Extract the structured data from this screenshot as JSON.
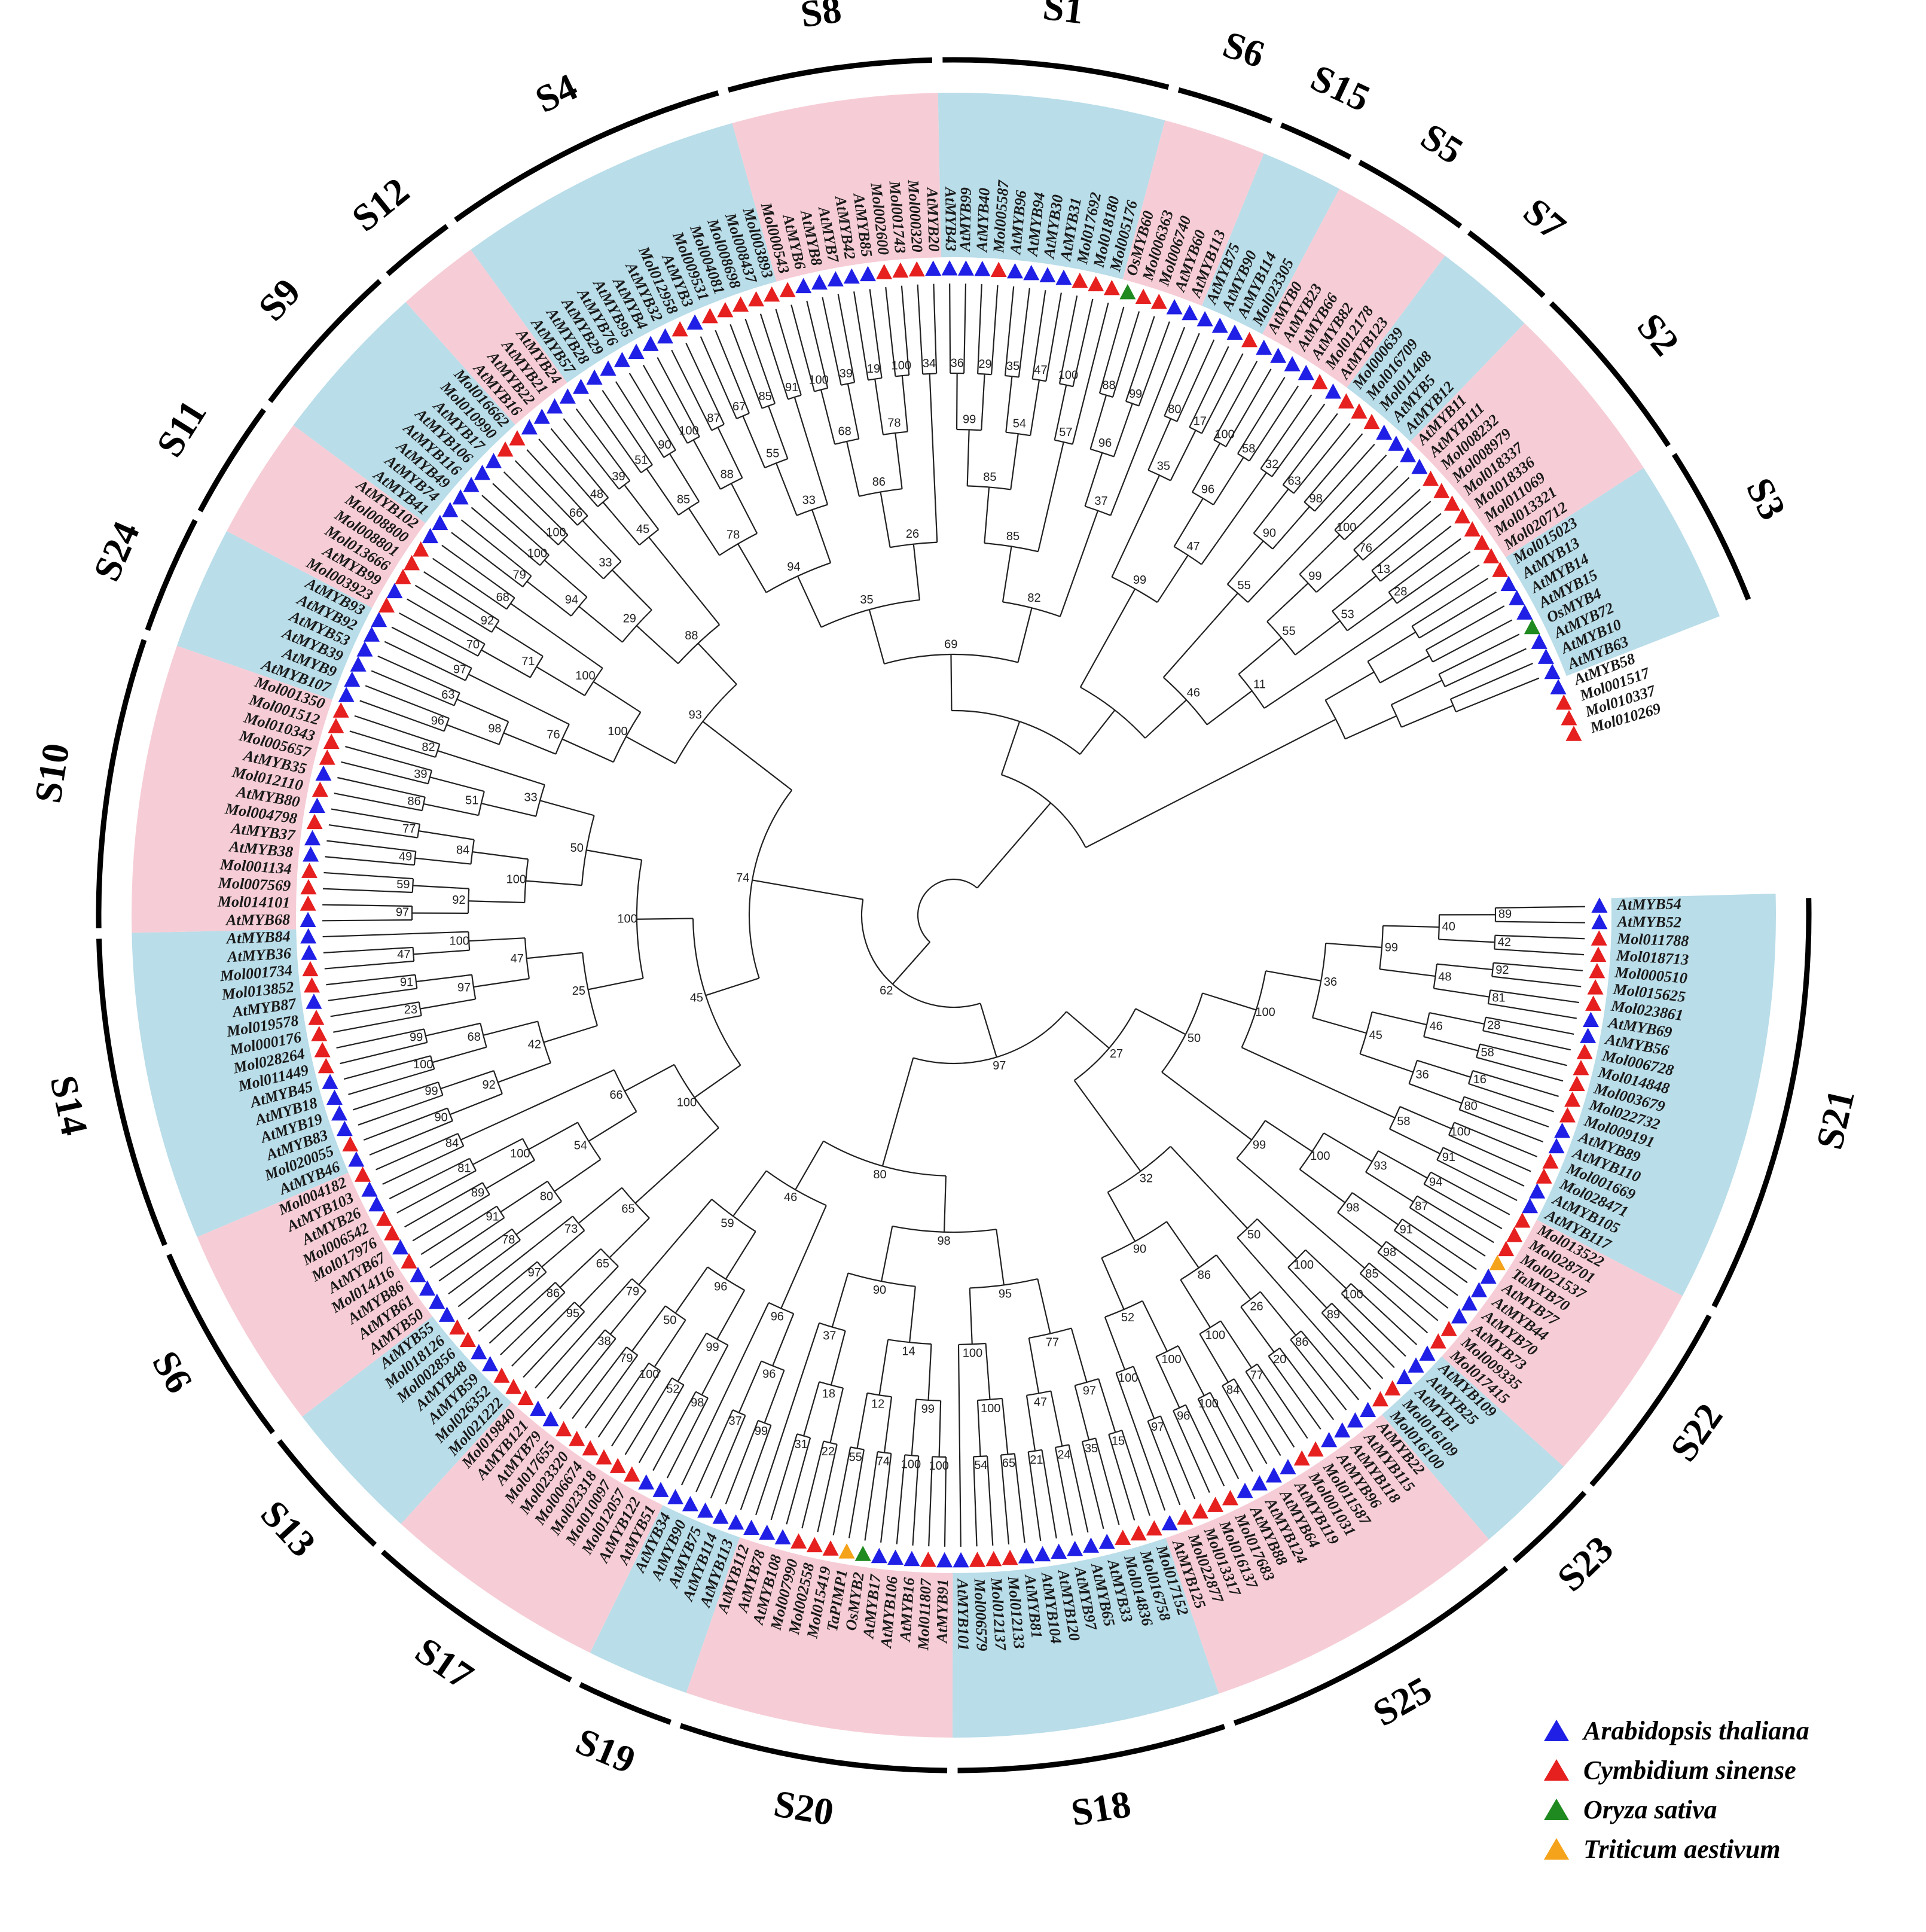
{
  "colors": {
    "Arabidopsis thaliana": "#1f1fe6",
    "Cymbidium sinense": "#e61f1f",
    "Oryza sativa": "#1f8a1f",
    "Triticum aestivum": "#f5a31a",
    "band_blue": "#b9dde9",
    "band_pink": "#f6cdd6"
  },
  "legend": [
    {
      "species": "Arabidopsis thaliana"
    },
    {
      "species": "Cymbidium sinense"
    },
    {
      "species": "Oryza sativa"
    },
    {
      "species": "Triticum aestivum"
    }
  ],
  "leaves": [
    "AtMYB54",
    "AtMYB52",
    "Mol011788",
    "Mol018713",
    "Mol000510",
    "Mol015625",
    "Mol023861",
    "AtMYB69",
    "AtMYB56",
    "Mol006728",
    "Mol014848",
    "Mol003679",
    "Mol022732",
    "Mol009191",
    "AtMYB89",
    "AtMYB110",
    "Mol001669",
    "Mol028471",
    "AtMYB105",
    "AtMYB117",
    "Mol013522",
    "Mol028701",
    "Mol021537",
    "TaMYB70",
    "AtMYB77",
    "AtMYB44",
    "AtMYB70",
    "AtMYB73",
    "Mol009335",
    "Mol017415",
    "AtMYB109",
    "AtMYB25",
    "AtMYB1",
    "Mol016109",
    "Mol016100",
    "AtMYB22",
    "AtMYB115",
    "AtMYB118",
    "AtMYB96",
    "Mol011587",
    "Mol001031",
    "AtMYB119",
    "AtMYB64",
    "AtMYB124",
    "AtMYB88",
    "Mol017683",
    "Mol016137",
    "Mol013317",
    "Mol022877",
    "AtMYB125",
    "Mol017152",
    "Mol016758",
    "Mol014836",
    "AtMYB33",
    "AtMYB65",
    "AtMYB97",
    "AtMYB120",
    "AtMYB104",
    "AtMYB81",
    "Mol012133",
    "Mol012137",
    "Mol006579",
    "AtMYB101",
    "AtMYB91",
    "Mol011807",
    "AtMYB16",
    "AtMYB106",
    "AtMYB17",
    "OsMYB2",
    "TaPIMP1",
    "Mol015419",
    "Mol002558",
    "Mol007990",
    "AtMYB108",
    "AtMYB78",
    "AtMYB112",
    "AtMYB113",
    "AtMYB114",
    "AtMYB75",
    "AtMYB90",
    "AtMYB34",
    "AtMYB51",
    "AtMYB122",
    "Mol012057",
    "Mol010097",
    "Mol023318",
    "Mol006674",
    "Mol023320",
    "Mol017655",
    "AtMYB79",
    "AtMYB121",
    "Mol019840",
    "Mol021222",
    "Mol026352",
    "AtMYB59",
    "AtMYB48",
    "Mol002856",
    "Mol018126",
    "AtMYB55",
    "AtMYB50",
    "AtMYB61",
    "AtMYB86",
    "Mol014116",
    "AtMYB67",
    "Mol017976",
    "Mol006542",
    "AtMYB26",
    "AtMYB103",
    "Mol004182",
    "AtMYB46",
    "Mol020055",
    "AtMYB83",
    "AtMYB19",
    "AtMYB18",
    "AtMYB45",
    "Mol011449",
    "Mol028264",
    "Mol000176",
    "Mol019578",
    "AtMYB87",
    "Mol013852",
    "Mol001734",
    "AtMYB36",
    "AtMYB84",
    "AtMYB68",
    "Mol014101",
    "Mol007569",
    "Mol001134",
    "AtMYB38",
    "AtMYB37",
    "Mol004798",
    "AtMYB80",
    "Mol012110",
    "AtMYB35",
    "Mol005657",
    "Mol010343",
    "Mol001512",
    "Mol001350",
    "AtMYB107",
    "AtMYB9",
    "AtMYB39",
    "AtMYB53",
    "AtMYB92",
    "AtMYB93",
    "Mol003923",
    "AtMYB99",
    "Mol013666",
    "Mol008801",
    "Mol008800",
    "AtMYB102",
    "AtMYB41",
    "AtMYB74",
    "AtMYB49",
    "AtMYB116",
    "AtMYB106",
    "AtMYB17",
    "Mol010990",
    "Mol016662",
    "AtMYB16",
    "AtMYB22",
    "AtMYB21",
    "AtMYB24",
    "AtMYB57",
    "AtMYB28",
    "AtMYB29",
    "AtMYB76",
    "AtMYB95",
    "AtMYB4",
    "AtMYB32",
    "Mol012958",
    "AtMYB3",
    "Mol009531",
    "Mol004081",
    "Mol008698",
    "Mol008437",
    "Mol003893",
    "Mol000543",
    "AtMYB6",
    "AtMYB8",
    "AtMYB7",
    "AtMYB42",
    "AtMYB85",
    "Mol002600",
    "Mol001743",
    "Mol000320",
    "AtMYB20",
    "AtMYB43",
    "AtMYB99",
    "AtMYB40",
    "Mol005587",
    "AtMYB96",
    "AtMYB94",
    "AtMYB30",
    "AtMYB31",
    "Mol017692",
    "Mol018180",
    "Mol005176",
    "OsMYB60",
    "Mol006363",
    "Mol006740",
    "AtMYB60",
    "AtMYB113",
    "AtMYB75",
    "AtMYB90",
    "AtMYB114",
    "Mol023305",
    "AtMYB0",
    "AtMYB23",
    "AtMYB66",
    "AtMYB82",
    "Mol012178",
    "AtMYB123",
    "Mol000639",
    "Mol016709",
    "Mol011408",
    "AtMYB5",
    "AtMYB12",
    "AtMYB11",
    "AtMYB111",
    "Mol008232",
    "Mol008979",
    "Mol018337",
    "Mol018336",
    "Mol011069",
    "Mol013321",
    "Mol020712",
    "Mol015023",
    "AtMYB13",
    "AtMYB14",
    "AtMYB15",
    "OsMYB4",
    "AtMYB72",
    "AtMYB10",
    "AtMYB63",
    "AtMYB58",
    "Mol001517",
    "Mol010337",
    "Mol010269"
  ],
  "subgroups": [
    {
      "label": "S21",
      "count": 20
    },
    {
      "label": "S22",
      "count": 10
    },
    {
      "label": "S23",
      "count": 5
    },
    {
      "label": "S25",
      "count": 15
    },
    {
      "label": "S18",
      "count": 13
    },
    {
      "label": "S20",
      "count": 13
    },
    {
      "label": "S19",
      "count": 5
    },
    {
      "label": "S17",
      "count": 11
    },
    {
      "label": "S13",
      "count": 7
    },
    {
      "label": "S6",
      "count": 10
    },
    {
      "label": "S14",
      "count": 15
    },
    {
      "label": "S10",
      "count": 14
    },
    {
      "label": "S24",
      "count": 6
    },
    {
      "label": "S11",
      "count": 6
    },
    {
      "label": "S9",
      "count": 8
    },
    {
      "label": "S12",
      "count": 4
    },
    {
      "label": "S4",
      "count": 14
    },
    {
      "label": "S8",
      "count": 10
    },
    {
      "label": "S1",
      "count": 11
    },
    {
      "label": "S6",
      "count": 5
    },
    {
      "label": "S15",
      "count": 4
    },
    {
      "label": "S5",
      "count": 6
    },
    {
      "label": "S7",
      "count": 5
    },
    {
      "label": "S2",
      "count": 9
    },
    {
      "label": "S3",
      "count": 8
    }
  ],
  "bootstrap_values": [
    "89",
    "42",
    "40",
    "92",
    "81",
    "48",
    "99",
    "28",
    "58",
    "46",
    "16",
    "80",
    "36",
    "45",
    "36",
    "100",
    "91",
    "58",
    "100",
    "94",
    "87",
    "93",
    "91",
    "98",
    "98",
    "100",
    "85",
    "99",
    "50",
    "100",
    "89",
    "100",
    "50",
    "86",
    "20",
    "26",
    "77",
    "84",
    "100",
    "86",
    "100",
    "96",
    "100",
    "97",
    "100",
    "52",
    "90",
    "32",
    "27",
    "15",
    "35",
    "97",
    "24",
    "21",
    "47",
    "77",
    "65",
    "54",
    "100",
    "100",
    "95",
    "100",
    "100",
    "99",
    "74",
    "55",
    "12",
    "14",
    "22",
    "31",
    "18",
    "37",
    "90",
    "98",
    "99",
    "37",
    "96",
    "96",
    "98",
    "52",
    "99",
    "100",
    "79",
    "50",
    "96",
    "38",
    "79",
    "59",
    "46",
    "80",
    "97",
    "95",
    "86",
    "65",
    "97",
    "73",
    "65",
    "78",
    "91",
    "80",
    "89",
    "81",
    "100",
    "54",
    "84",
    "66",
    "100",
    "90",
    "99",
    "92",
    "100",
    "99",
    "68",
    "42",
    "23",
    "91",
    "97",
    "47",
    "100",
    "47",
    "25",
    "97",
    "59",
    "92",
    "49",
    "77",
    "84",
    "100",
    "86",
    "39",
    "51",
    "82",
    "33",
    "50",
    "100",
    "45",
    "96",
    "63",
    "98",
    "97",
    "76",
    "70",
    "92",
    "71",
    "68",
    "100",
    "100",
    "79",
    "100",
    "94",
    "100",
    "66",
    "33",
    "29",
    "48",
    "39",
    "45",
    "88",
    "93",
    "74",
    "62",
    "51",
    "90",
    "85",
    "100",
    "87",
    "88",
    "78",
    "67",
    "85",
    "55",
    "91",
    "33",
    "94",
    "100",
    "39",
    "68",
    "19",
    "100",
    "78",
    "86",
    "34",
    "26",
    "35",
    "36",
    "29",
    "99",
    "35",
    "47",
    "54",
    "85",
    "100",
    "57",
    "85",
    "88",
    "99",
    "96",
    "37",
    "82",
    "69",
    "80",
    "17",
    "35",
    "100",
    "58",
    "96",
    "32",
    "47",
    "99",
    "63",
    "98",
    "90",
    "55",
    "100",
    "76",
    "99",
    "13",
    "28",
    "53",
    "55",
    "11",
    "46"
  ]
}
